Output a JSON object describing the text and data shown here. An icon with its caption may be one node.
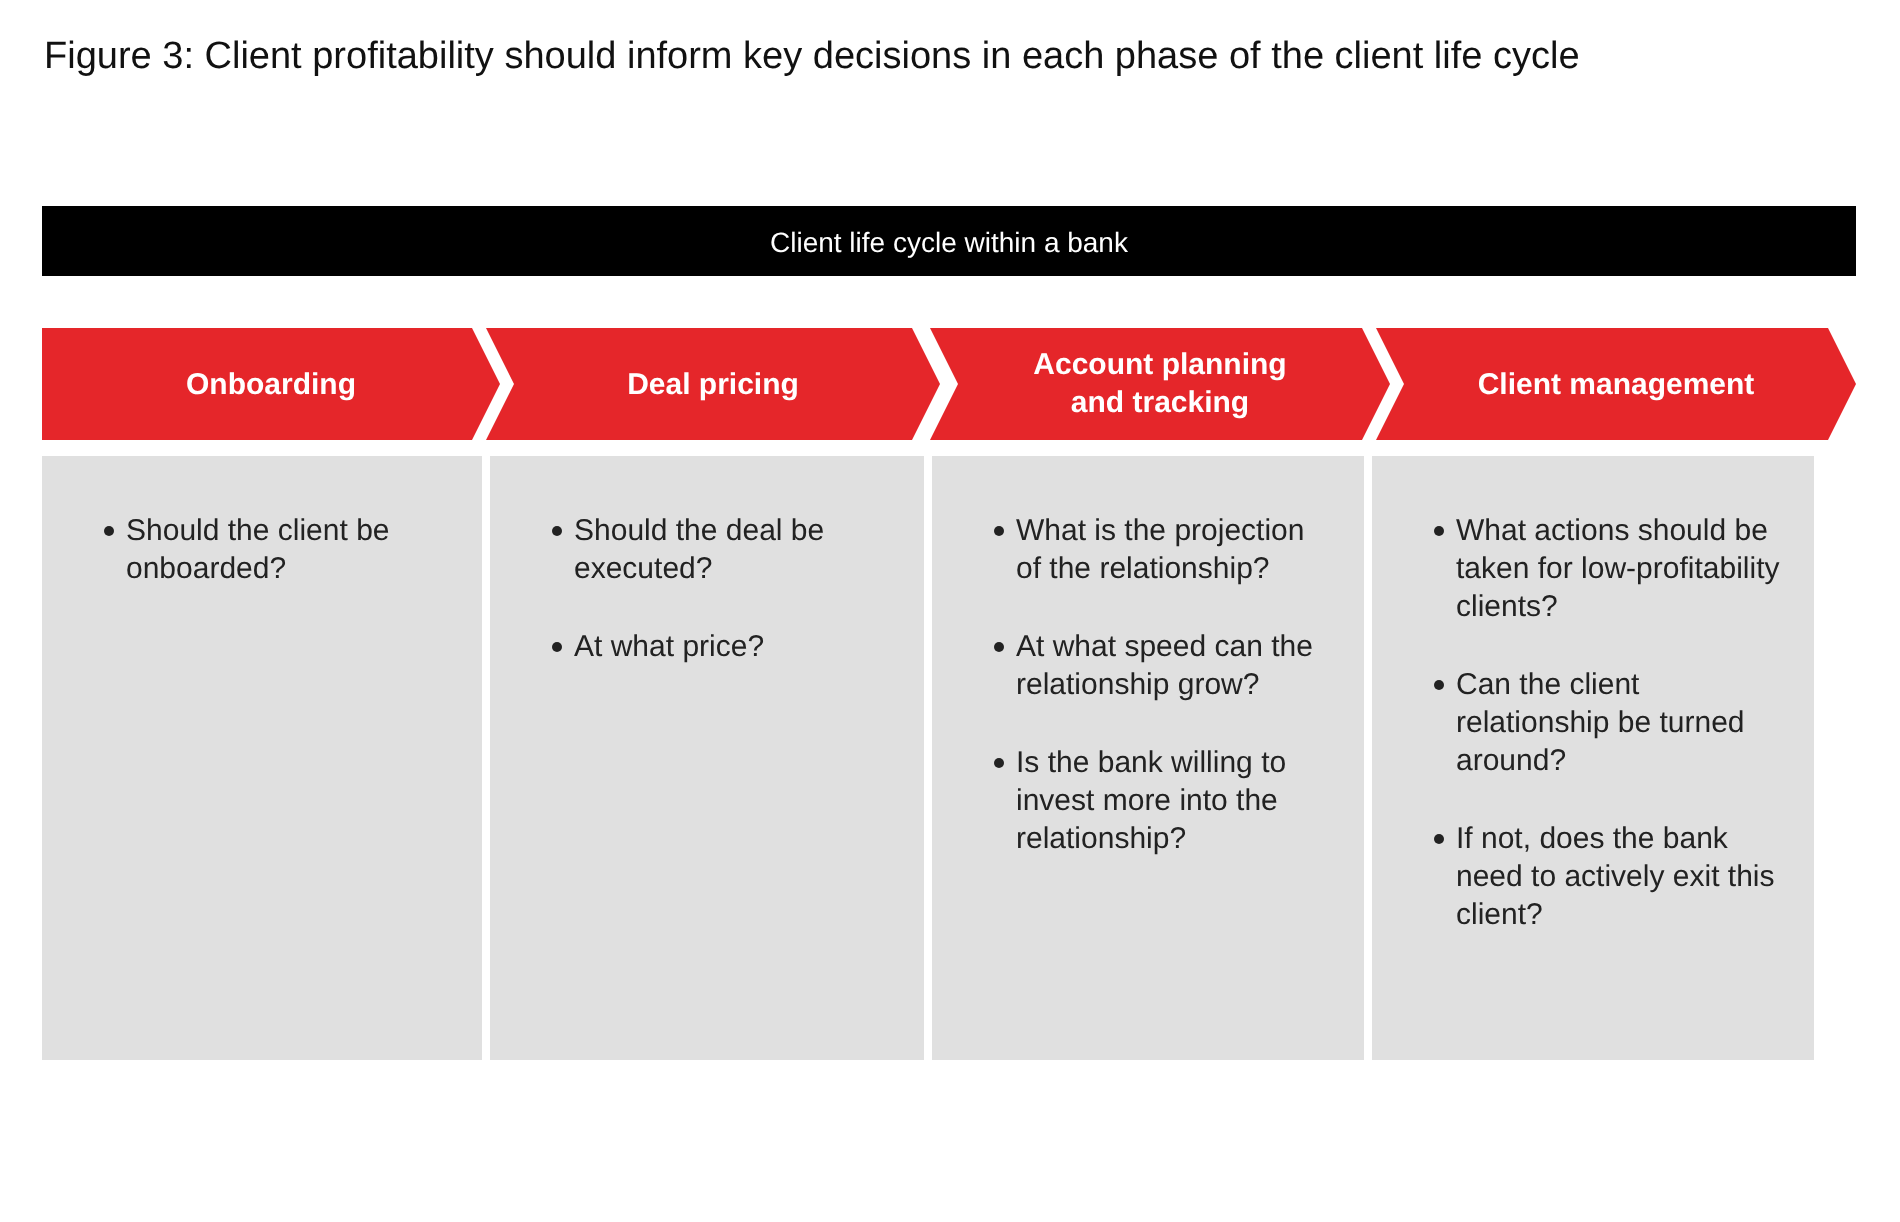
{
  "diagram": {
    "title": "Figure 3: Client profitability should inform key decisions in each phase of the client life cycle",
    "nodes": [
      {
        "text": [
          "Client life cycle within a bank"
        ]
      },
      {
        "text": [
          "Onboarding"
        ]
      },
      {
        "text": [
          "Deal pricing"
        ]
      },
      {
        "text": [
          "Account planning and tracking"
        ]
      },
      {
        "text": [
          "Client management"
        ]
      },
      {
        "text": [
          "Should the client be onboarded?"
        ]
      },
      {
        "text": [
          "Should the deal be executed?",
          "At what price?"
        ]
      },
      {
        "text": [
          "What is the projection of the relationship?",
          "At what speed can the relationship grow?",
          "Is the bank willing to invest more into the relationship?"
        ]
      },
      {
        "text": [
          "What actions should be taken for low-profitability clients?",
          "Can the client relationship be turned around?",
          "If not, does the bank need to actively exit this client?"
        ]
      }
    ]
  }
}
